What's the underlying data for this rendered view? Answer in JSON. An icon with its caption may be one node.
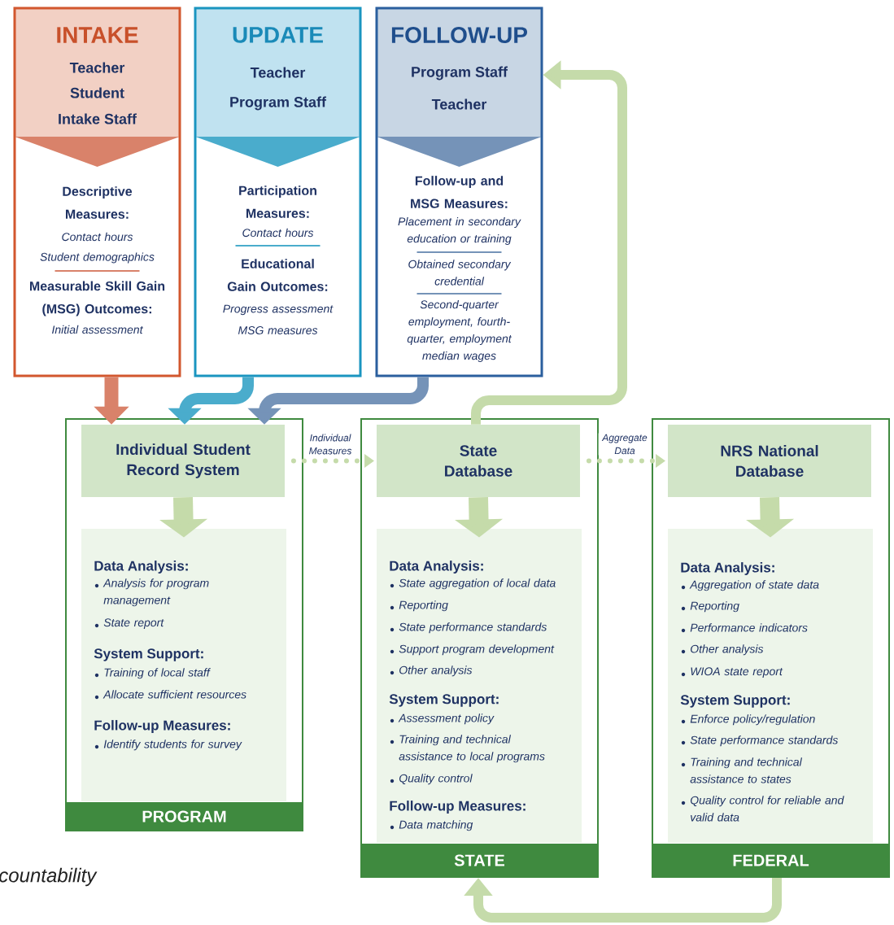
{
  "diagram": {
    "nodes": [
      {
        "text": [
          "INTAKE",
          "Teacher",
          "Student",
          "Intake Staff",
          "Descriptive Measures:",
          "Contact hours",
          "Student demographics",
          "Measurable Skill Gain (MSG) Outcomes:",
          "Initial assessment"
        ]
      },
      {
        "text": [
          "UPDATE",
          "Teacher",
          "Program Staff",
          "Participation Measures:",
          "Contact hours",
          "Educational Gain Outcomes:",
          "Progress assessment",
          "MSG measures"
        ]
      },
      {
        "text": [
          "FOLLOW-UP",
          "Program Staff",
          "Teacher",
          "Follow-up and MSG Measures:",
          "Placement in secondary education or training",
          "Obtained secondary credential",
          "Second-quarter employment, fourth-quarter, employment median wages"
        ]
      },
      {
        "text": [
          "PROGRAM"
        ]
      },
      {
        "text": [
          "Individual Student Record System"
        ],
        "in": 3
      },
      {
        "text": [
          "Data Analysis:",
          "Analysis for program management",
          "State report",
          "System Support:",
          "Training of local staff",
          "Allocate sufficient resources",
          "Follow-up Measures:",
          "Identify students for survey"
        ],
        "in": 3
      },
      {
        "text": [
          "STATE"
        ]
      },
      {
        "text": [
          "State Database"
        ],
        "in": 6
      },
      {
        "text": [
          "Data Analysis:",
          "State aggregation of local data",
          "Reporting",
          "State performance standards",
          "Support program development",
          "Other analysis",
          "System Support:",
          "Assessment policy",
          "Training and technical assistance to local programs",
          "Quality control",
          "Follow-up Measures:",
          "Data matching"
        ],
        "in": 6
      },
      {
        "text": [
          "FEDERAL"
        ]
      },
      {
        "text": [
          "NRS National Database"
        ],
        "in": 9
      },
      {
        "text": [
          "Data Analysis:",
          "Aggregation of state data",
          "Reporting",
          "Performance indicators",
          "Other analysis",
          "WIOA state report",
          "System Support:",
          "Enforce policy/regulation",
          "State performance standards",
          "Training and technical assistance to states",
          "Quality control for reliable and valid data"
        ],
        "in": 9
      }
    ],
    "edges": [
      {
        "from": 0,
        "to": 4,
        "arrow": "to",
        "color": "#d9826a"
      },
      {
        "from": 1,
        "to": 4,
        "arrow": "to",
        "color": "#4aaccc"
      },
      {
        "from": 2,
        "to": 4,
        "arrow": "to",
        "color": "#7593b8"
      },
      {
        "from": 4,
        "to": 7,
        "arrow": "to",
        "label": "Individual Measures",
        "style": "dashed"
      },
      {
        "from": 7,
        "to": 10,
        "arrow": "to",
        "label": "Aggregate Data",
        "style": "dashed"
      },
      {
        "from": 7,
        "to": 2,
        "arrow": "to"
      },
      {
        "from": 9,
        "to": 6,
        "arrow": "to"
      },
      {
        "from": 4,
        "to": 5,
        "arrow": "to"
      },
      {
        "from": 7,
        "to": 8,
        "arrow": "to"
      },
      {
        "from": 10,
        "to": 11,
        "arrow": "to"
      }
    ],
    "labels": [
      "countability"
    ]
  }
}
